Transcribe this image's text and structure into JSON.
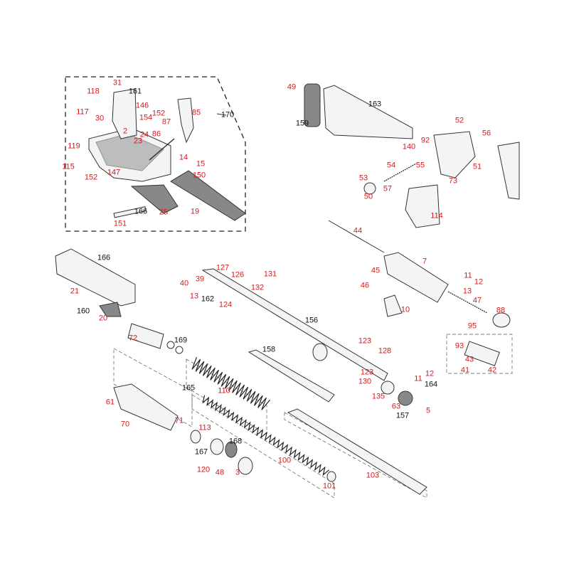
{
  "title": "Exploded parts diagram",
  "colors": {
    "part_number": "#d7191f",
    "assembly_number": "#111111"
  },
  "labels": [
    {
      "t": "31",
      "c": "r"
    },
    {
      "t": "118",
      "c": "r"
    },
    {
      "t": "161",
      "c": "b"
    },
    {
      "t": "117",
      "c": "r"
    },
    {
      "t": "146",
      "c": "r"
    },
    {
      "t": "30",
      "c": "r"
    },
    {
      "t": "152",
      "c": "r"
    },
    {
      "t": "154",
      "c": "r"
    },
    {
      "t": "85",
      "c": "r"
    },
    {
      "t": "170",
      "c": "b"
    },
    {
      "t": "87",
      "c": "r"
    },
    {
      "t": "2",
      "c": "r"
    },
    {
      "t": "24",
      "c": "r"
    },
    {
      "t": "86",
      "c": "r"
    },
    {
      "t": "23",
      "c": "r"
    },
    {
      "t": "119",
      "c": "r"
    },
    {
      "t": "14",
      "c": "r"
    },
    {
      "t": "15",
      "c": "r"
    },
    {
      "t": "115",
      "c": "r"
    },
    {
      "t": "147",
      "c": "r"
    },
    {
      "t": "150",
      "c": "r"
    },
    {
      "t": "152",
      "c": "r"
    },
    {
      "t": "166",
      "c": "b"
    },
    {
      "t": "25",
      "c": "r"
    },
    {
      "t": "19",
      "c": "r"
    },
    {
      "t": "151",
      "c": "r"
    },
    {
      "t": "49",
      "c": "r"
    },
    {
      "t": "163",
      "c": "b"
    },
    {
      "t": "159",
      "c": "b"
    },
    {
      "t": "52",
      "c": "r"
    },
    {
      "t": "56",
      "c": "r"
    },
    {
      "t": "92",
      "c": "r"
    },
    {
      "t": "140",
      "c": "r"
    },
    {
      "t": "54",
      "c": "r"
    },
    {
      "t": "55",
      "c": "r"
    },
    {
      "t": "51",
      "c": "r"
    },
    {
      "t": "53",
      "c": "r"
    },
    {
      "t": "57",
      "c": "r"
    },
    {
      "t": "73",
      "c": "r"
    },
    {
      "t": "50",
      "c": "r"
    },
    {
      "t": "114",
      "c": "r"
    },
    {
      "t": "166",
      "c": "b"
    },
    {
      "t": "127",
      "c": "r"
    },
    {
      "t": "126",
      "c": "r"
    },
    {
      "t": "131",
      "c": "r"
    },
    {
      "t": "39",
      "c": "r"
    },
    {
      "t": "40",
      "c": "r"
    },
    {
      "t": "132",
      "c": "r"
    },
    {
      "t": "21",
      "c": "r"
    },
    {
      "t": "13",
      "c": "r"
    },
    {
      "t": "162",
      "c": "b"
    },
    {
      "t": "124",
      "c": "r"
    },
    {
      "t": "160",
      "c": "b"
    },
    {
      "t": "20",
      "c": "r"
    },
    {
      "t": "156",
      "c": "b"
    },
    {
      "t": "72",
      "c": "r"
    },
    {
      "t": "169",
      "c": "b"
    },
    {
      "t": "158",
      "c": "b"
    },
    {
      "t": "123",
      "c": "r"
    },
    {
      "t": "128",
      "c": "r"
    },
    {
      "t": "123",
      "c": "r"
    },
    {
      "t": "130",
      "c": "r"
    },
    {
      "t": "44",
      "c": "r"
    },
    {
      "t": "7",
      "c": "r"
    },
    {
      "t": "45",
      "c": "r"
    },
    {
      "t": "46",
      "c": "r"
    },
    {
      "t": "11",
      "c": "r"
    },
    {
      "t": "12",
      "c": "r"
    },
    {
      "t": "13",
      "c": "r"
    },
    {
      "t": "47",
      "c": "r"
    },
    {
      "t": "10",
      "c": "r"
    },
    {
      "t": "88",
      "c": "r"
    },
    {
      "t": "95",
      "c": "r"
    },
    {
      "t": "93",
      "c": "r"
    },
    {
      "t": "43",
      "c": "r"
    },
    {
      "t": "41",
      "c": "r"
    },
    {
      "t": "42",
      "c": "r"
    },
    {
      "t": "11",
      "c": "r"
    },
    {
      "t": "12",
      "c": "r"
    },
    {
      "t": "164",
      "c": "b"
    },
    {
      "t": "135",
      "c": "r"
    },
    {
      "t": "63",
      "c": "r"
    },
    {
      "t": "5",
      "c": "r"
    },
    {
      "t": "157",
      "c": "b"
    },
    {
      "t": "165",
      "c": "b"
    },
    {
      "t": "61",
      "c": "r"
    },
    {
      "t": "110",
      "c": "r"
    },
    {
      "t": "71",
      "c": "r"
    },
    {
      "t": "70",
      "c": "r"
    },
    {
      "t": "113",
      "c": "r"
    },
    {
      "t": "168",
      "c": "b"
    },
    {
      "t": "167",
      "c": "b"
    },
    {
      "t": "120",
      "c": "r"
    },
    {
      "t": "48",
      "c": "r"
    },
    {
      "t": "3",
      "c": "r"
    },
    {
      "t": "100",
      "c": "r"
    },
    {
      "t": "103",
      "c": "r"
    },
    {
      "t": "101",
      "c": "r"
    }
  ]
}
